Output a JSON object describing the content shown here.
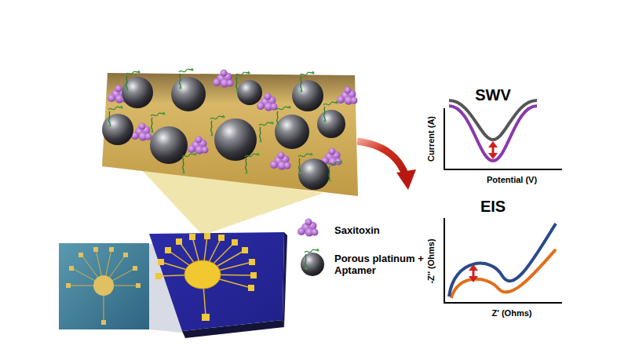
{
  "diagram": {
    "labels": [
      "SWV",
      "Current (A)",
      "Potential (V)",
      "EIS",
      "-Z'' (Ohms)",
      "Z' (Ohms)"
    ],
    "legend": [
      {
        "text": "Saxitoxin"
      },
      {
        "text": "Porous platinum + Aptamer"
      }
    ]
  }
}
